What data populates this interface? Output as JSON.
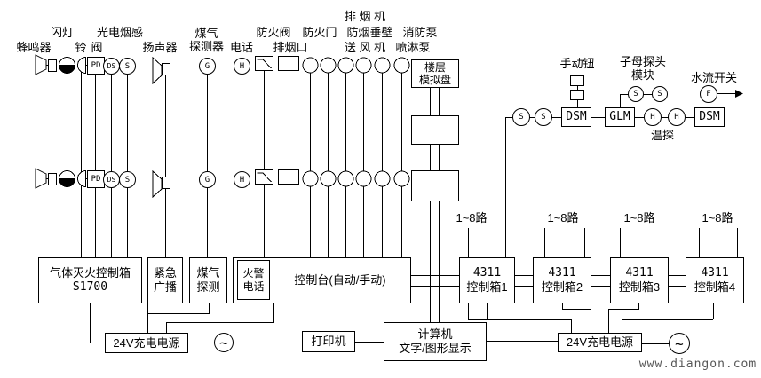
{
  "colors": {
    "line": "#000000",
    "background": "#ffffff",
    "watermark": "#555555"
  },
  "watermark": "www.diangon.com",
  "top_section": {
    "buzzer": "蜂鸣器",
    "flash": "闪灯",
    "bell": "铃",
    "valve": "阀",
    "photoelectric_smoke": "光电烟感",
    "speaker": "扬声器",
    "gas_detector_l1": "煤气",
    "gas_detector_l2": "探测器",
    "telephone": "电话",
    "fire_damper": "防火阀",
    "smoke_outlet": "排烟口",
    "fire_door": "防火门",
    "exhaust_fan": "排 烟 机",
    "smoke_curtain": "防烟垂壁",
    "fire_pump": "消防泵",
    "supply_fan": "送 风 机",
    "sprinkler_pump": "喷淋泵"
  },
  "right_section": {
    "manual_button": "手动钮",
    "child_probe_l1": "子母探头",
    "child_probe_l2": "模块",
    "water_flow_switch": "水流开关",
    "temp_probe": "温探"
  },
  "symbols": {
    "pd": "PD",
    "ds": "DS",
    "s": "S",
    "g": "G",
    "h": "H",
    "f": "F",
    "ac": "~",
    "dsm": "DSM",
    "glm": "GLM"
  },
  "floor_panel": {
    "l1": "楼层",
    "l2": "模拟盘"
  },
  "boxes": {
    "gas_ext_l1": "气体灭火控制箱",
    "gas_ext_l2": "S1700",
    "broadcast_l1": "紧急",
    "broadcast_l2": "广播",
    "gas_detect_l1": "煤气",
    "gas_detect_l2": "探测",
    "fire_phone_l1": "火警",
    "fire_phone_l2": "电话",
    "console": "控制台(自动/手动)",
    "ctrl1_l1": "4311",
    "ctrl1_l2": "控制箱1",
    "ctrl2_l1": "4311",
    "ctrl2_l2": "控制箱2",
    "ctrl3_l1": "4311",
    "ctrl3_l2": "控制箱3",
    "ctrl4_l1": "4311",
    "ctrl4_l2": "控制箱4",
    "power_left": "24V充电电源",
    "power_right": "24V充电电源",
    "printer": "打印机",
    "computer_l1": "计算机",
    "computer_l2": "文字/图形显示"
  },
  "channel_labels": [
    "1~8路",
    "1~8路",
    "1~8路",
    "1~8路"
  ]
}
